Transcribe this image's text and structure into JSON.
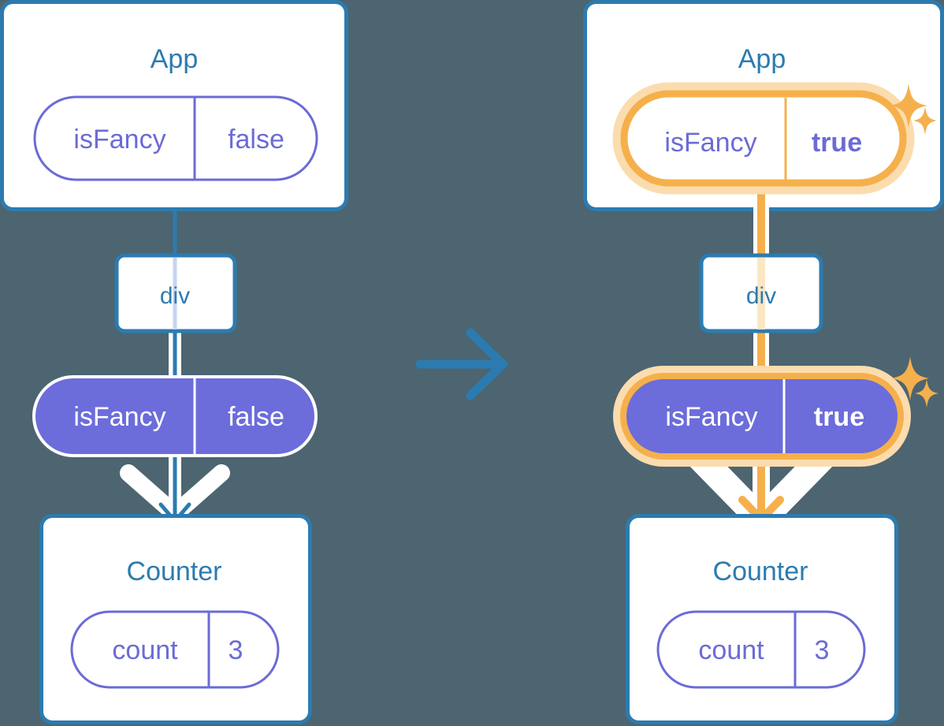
{
  "meta": {
    "title": "React state propagation diagram: isFancy false to true",
    "background_color": "#4C6570",
    "colors": {
      "blue": "#2C7BB0",
      "purple_fill": "#6C6CDB",
      "purple_stroke": "#6B6BD6",
      "orange": "#F5B04C",
      "orange_glow": "#FBDCAE",
      "white": "#FFFFFF",
      "lavender_line": "#C6D4EE",
      "orange_line_faded": "#FCE7C4"
    }
  },
  "left_diagram": {
    "name": "before",
    "app_box": {
      "title": "App",
      "state_pill": {
        "key": "isFancy",
        "value": "false",
        "style": "outline",
        "highlighted": false
      }
    },
    "div_node": {
      "label": "div"
    },
    "prop_pill": {
      "key": "isFancy",
      "value": "false",
      "style": "solid",
      "highlighted": false
    },
    "counter_box": {
      "title": "Counter",
      "state_pill": {
        "key": "count",
        "value": "3",
        "style": "outline",
        "highlighted": false
      }
    }
  },
  "transition": {
    "icon": "arrow-right-icon"
  },
  "right_diagram": {
    "name": "after",
    "app_box": {
      "title": "App",
      "state_pill": {
        "key": "isFancy",
        "value": "true",
        "style": "outline",
        "highlighted": true
      }
    },
    "div_node": {
      "label": "div"
    },
    "prop_pill": {
      "key": "isFancy",
      "value": "true",
      "style": "solid",
      "highlighted": true
    },
    "counter_box": {
      "title": "Counter",
      "state_pill": {
        "key": "count",
        "value": "3",
        "style": "outline",
        "highlighted": false
      }
    },
    "sparkles": [
      {
        "name": "sparkle-top-large"
      },
      {
        "name": "sparkle-top-small"
      },
      {
        "name": "sparkle-mid-large"
      },
      {
        "name": "sparkle-mid-small"
      }
    ]
  }
}
